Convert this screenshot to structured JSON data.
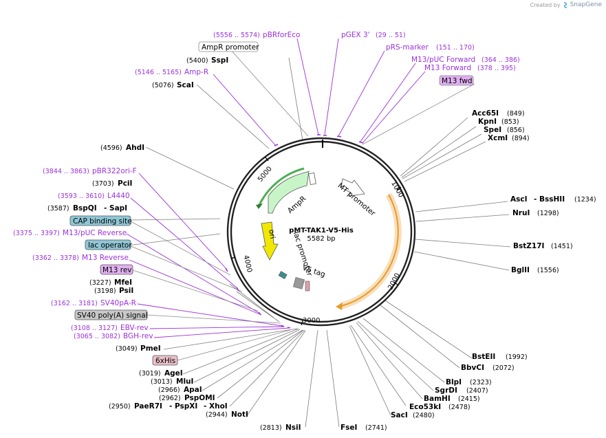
{
  "credit": {
    "prefix": "Created by",
    "brand": "SnapGene"
  },
  "plasmid": {
    "name": "pMT-TAK1-V5-His",
    "length": "5582 bp",
    "length_bp": 5582
  },
  "ticks": [
    "1000",
    "2000",
    "3000",
    "4000",
    "5000"
  ],
  "colors": {
    "feature_label": "#9b30d9",
    "enzyme_label": "#000000",
    "gene_arc": "#f2a64a",
    "ampr_arrow": "#c8f5c8",
    "ori_arrow": "#f0e800",
    "backbone": "#222222"
  },
  "right_enzymes": [
    {
      "name": "Acc65I",
      "pos": "(849)"
    },
    {
      "name": "KpnI",
      "pos": "(853)"
    },
    {
      "name": "SpeI",
      "pos": "(856)"
    },
    {
      "name": "XcmI",
      "pos": "(894)"
    },
    {
      "name": "AscI",
      "extra": "- BssHII",
      "pos": "(1234)"
    },
    {
      "name": "NruI",
      "pos": "(1298)"
    },
    {
      "name": "BstZ17I",
      "pos": "(1451)"
    },
    {
      "name": "BglII",
      "pos": "(1556)"
    },
    {
      "name": "BstEII",
      "pos": "(1992)"
    },
    {
      "name": "BbvCI",
      "pos": "(2072)"
    },
    {
      "name": "BlpI",
      "pos": "(2323)"
    },
    {
      "name": "SgrDI",
      "pos": "(2407)"
    },
    {
      "name": "BamHI",
      "pos": "(2415)"
    },
    {
      "name": "Eco53kI",
      "pos": "(2478)"
    },
    {
      "name": "SacI",
      "pos": "(2480)"
    },
    {
      "name": "FseI",
      "pos": "(2741)"
    },
    {
      "name": "NsiI",
      "pos": "(2813)"
    }
  ],
  "left_enzymes": [
    {
      "name": "SspI",
      "pos": "(5400)"
    },
    {
      "name": "ScaI",
      "pos": "(5076)"
    },
    {
      "name": "AhdI",
      "pos": "(4596)"
    },
    {
      "name": "PciI",
      "pos": "(3703)"
    },
    {
      "name": "BspQI",
      "extra": "- SapI",
      "pos": "(3587)"
    },
    {
      "name": "MfeI",
      "pos": "(3227)"
    },
    {
      "name": "PsiI",
      "pos": "(3198)"
    },
    {
      "name": "PmeI",
      "pos": "(3049)"
    },
    {
      "name": "AgeI",
      "pos": "(3019)"
    },
    {
      "name": "MluI",
      "pos": "(3013)"
    },
    {
      "name": "ApaI",
      "pos": "(2966)"
    },
    {
      "name": "PspOMI",
      "pos": "(2962)"
    },
    {
      "name": "PaeR7I",
      "extra1": "- PspXI",
      "extra2": "- XhoI",
      "pos": "(2950)"
    },
    {
      "name": "NotI",
      "pos": "(2944)"
    }
  ],
  "primer_labels": [
    {
      "name": "pBRforEco",
      "pos": "(5556 .. 5574)"
    },
    {
      "name": "pGEX 3'",
      "pos": "(29 .. 51)"
    },
    {
      "name": "pRS-marker",
      "pos": "(151 .. 170)"
    },
    {
      "name": "M13/pUC Forward",
      "pos": "(364 .. 386)"
    },
    {
      "name": "M13 Forward",
      "pos": "(378 .. 395)"
    },
    {
      "name": "Amp-R",
      "pos": "(5146 .. 5165)"
    },
    {
      "name": "pBR322ori-F",
      "pos": "(3844 .. 3863)"
    },
    {
      "name": "L4440",
      "pos": "(3593 .. 3610)"
    },
    {
      "name": "M13/pUC Reverse",
      "pos": "(3375 .. 3397)"
    },
    {
      "name": "M13 Reverse",
      "pos": "(3362 .. 3378)"
    },
    {
      "name": "SV40pA-R",
      "pos": "(3162 .. 3181)"
    },
    {
      "name": "EBV-rev",
      "pos": "(3108 .. 3127)"
    },
    {
      "name": "BGH-rev",
      "pos": "(3065 .. 3082)"
    }
  ],
  "boxed_features": [
    {
      "name": "AmpR promoter"
    },
    {
      "name": "M13 fwd"
    },
    {
      "name": "CAP binding site"
    },
    {
      "name": "lac operator"
    },
    {
      "name": "M13 rev"
    },
    {
      "name": "SV40 poly(A) signal"
    },
    {
      "name": "6xHis"
    }
  ],
  "inner_features": {
    "ampr": "AmpR",
    "ori": "ori",
    "lac_promoter": "lac promoter",
    "mt_promoter": "MT promoter",
    "v5": "V5 tag"
  }
}
